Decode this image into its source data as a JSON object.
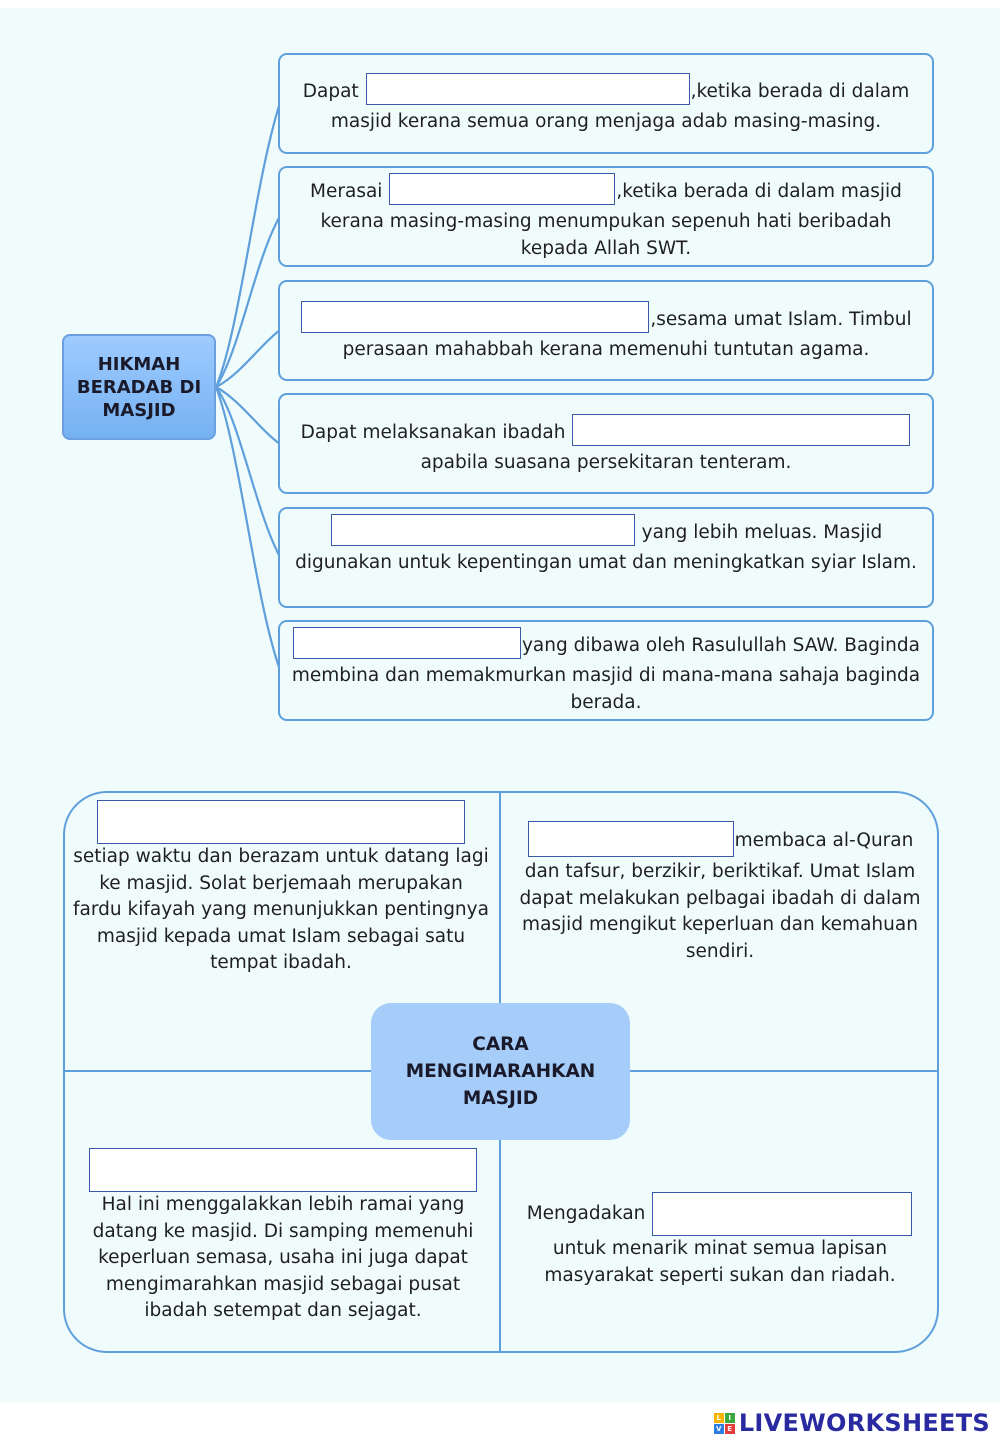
{
  "hikmah": {
    "title": "HIKMAH BERADAB DI MASJID",
    "items": [
      {
        "before": "Dapat",
        "after": ",ketika berada di dalam masjid kerana semua orang menjaga adab masing-masing."
      },
      {
        "before": "Merasai",
        "after": ",ketika berada di dalam masjid kerana masing-masing menumpukan sepenuh hati beribadah kepada Allah SWT."
      },
      {
        "before": "",
        "after": ",sesama umat Islam. Timbul perasaan mahabbah kerana memenuhi tuntutan agama."
      },
      {
        "before": "Dapat melaksanakan ibadah",
        "after": "apabila suasana persekitaran tenteram."
      },
      {
        "before": "",
        "after": "yang lebih meluas. Masjid digunakan untuk kepentingan umat dan meningkatkan syiar Islam."
      },
      {
        "before": "",
        "after": "yang dibawa oleh Rasulullah SAW. Baginda membina dan memakmurkan masjid di mana-mana sahaja baginda berada."
      }
    ]
  },
  "cara": {
    "title": "CARA MENGIMARAHKAN MASJID",
    "top_left": {
      "after": "setiap waktu dan berazam untuk datang lagi ke masjid. Solat berjemaah merupakan fardu kifayah yang menunjukkan pentingnya masjid kepada umat Islam sebagai satu tempat ibadah."
    },
    "top_right": {
      "after": "membaca al-Quran dan tafsur, berzikir, beriktikaf. Umat Islam dapat melakukan pelbagai ibadah di dalam masjid mengikut keperluan dan kemahuan sendiri."
    },
    "bottom_left": {
      "after": "Hal ini menggalakkan lebih ramai yang datang ke masjid. Di samping memenuhi keperluan semasa, usaha ini juga dapat mengimarahkan masjid sebagai pusat ibadah setempat dan sejagat."
    },
    "bottom_right": {
      "before": "Mengadakan",
      "after": "untuk menarik minat semua lapisan masyarakat seperti sukan dan riadah."
    }
  },
  "footer": {
    "brand": "LIVEWORKSHEETS"
  },
  "colors": {
    "accent": "#5f9fdc",
    "sheet_bg": "#f0fcfc",
    "brand": "#2a2aa0"
  }
}
